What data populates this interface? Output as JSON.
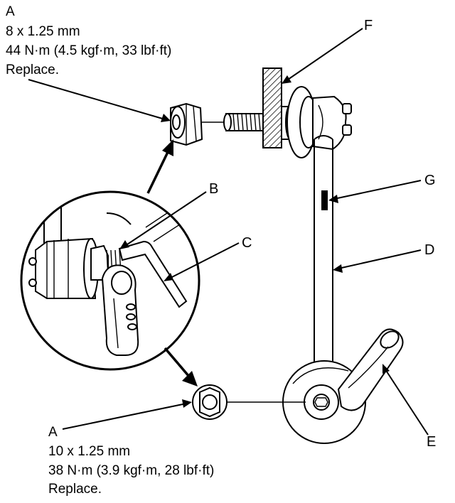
{
  "labels": {
    "top_nut": {
      "letter": "A",
      "size": "8 x 1.25 mm",
      "torque": "44 N·m (4.5 kgf·m, 33 lbf·ft)",
      "note": "Replace."
    },
    "bottom_nut": {
      "letter": "A",
      "size": "10 x 1.25 mm",
      "torque": "38 N·m (3.9 kgf·m, 28 lbf·ft)",
      "note": "Replace."
    },
    "b": "B",
    "c": "C",
    "d": "D",
    "e": "E",
    "f": "F",
    "g": "G"
  }
}
